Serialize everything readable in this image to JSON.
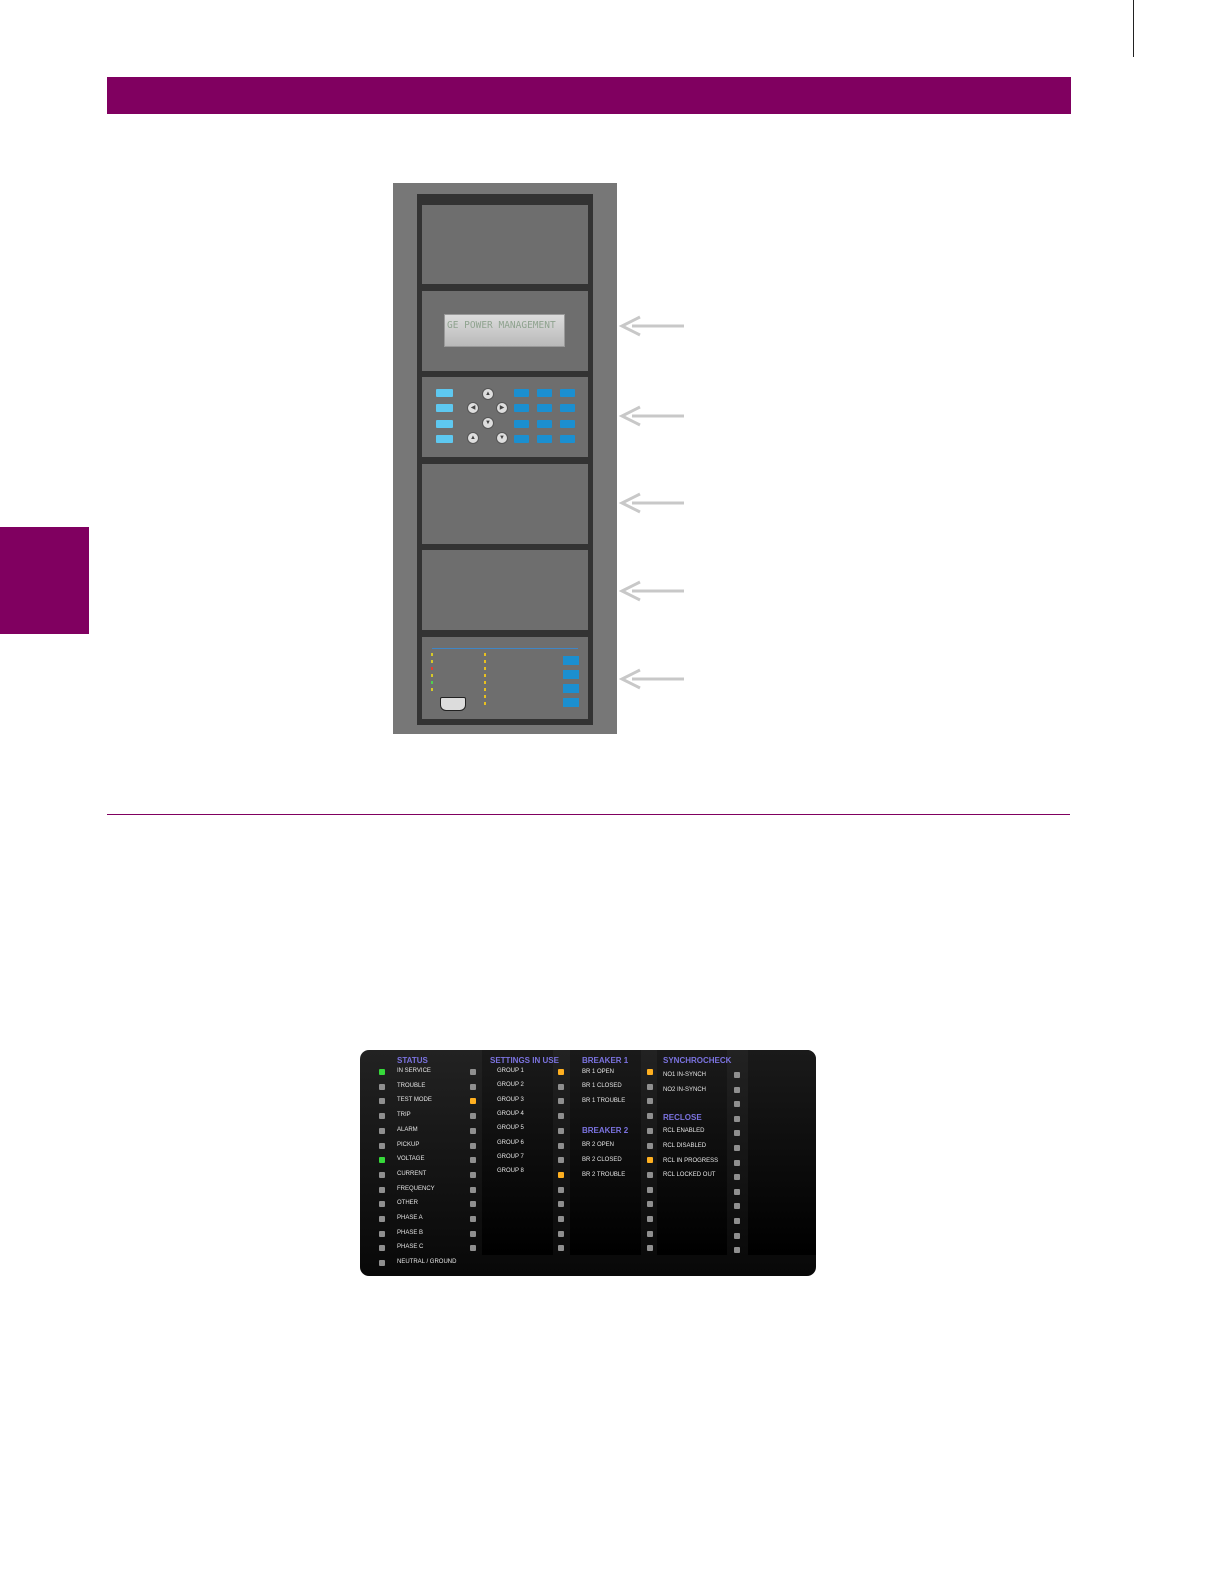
{
  "front_panel": {
    "display_text": "GE POWER MANAGEMENT"
  },
  "led_panel": {
    "status": {
      "header": "STATUS",
      "labels": [
        "IN SERVICE",
        "TROUBLE",
        "TEST MODE",
        "TRIP",
        "ALARM",
        "PICKUP",
        "VOLTAGE",
        "CURRENT",
        "FREQUENCY",
        "OTHER",
        "PHASE A",
        "PHASE B",
        "PHASE C",
        "NEUTRAL / GROUND"
      ]
    },
    "settings": {
      "header": "SETTINGS IN USE",
      "labels": [
        "GROUP 1",
        "GROUP 2",
        "GROUP 3",
        "GROUP 4",
        "GROUP 5",
        "GROUP 6",
        "GROUP 7",
        "GROUP 8"
      ]
    },
    "breaker1": {
      "header": "BREAKER 1",
      "labels": [
        "BR 1 OPEN",
        "BR 1 CLOSED",
        "BR 1 TROUBLE"
      ]
    },
    "breaker2": {
      "header": "BREAKER 2",
      "labels": [
        "BR 2 OPEN",
        "BR 2 CLOSED",
        "BR 2 TROUBLE"
      ]
    },
    "synchrocheck": {
      "header": "SYNCHROCHECK",
      "labels": [
        "NO1 IN-SYNCH",
        "NO2 IN-SYNCH"
      ]
    },
    "reclose": {
      "header": "RECLOSE",
      "labels": [
        "RCL ENABLED",
        "RCL DISABLED",
        "RCL IN PROGRESS",
        "RCL LOCKED OUT"
      ]
    },
    "colors": {
      "led_on_green": "#36d93a",
      "led_on_amber": "#ffb020",
      "led_off": "#8f8f8f",
      "header_text": "#7b73e0",
      "brand": "#800060"
    }
  }
}
